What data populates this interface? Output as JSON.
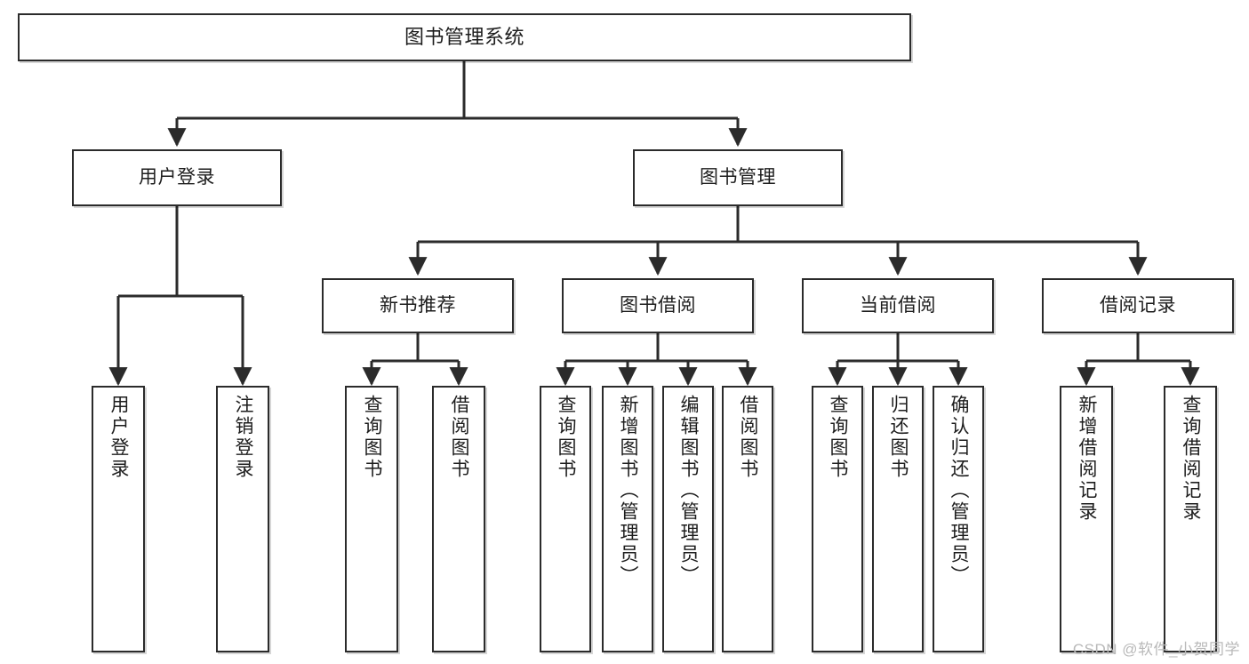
{
  "diagram": {
    "title": "图书管理系统",
    "type": "hierarchy-tree",
    "watermark": "CSDN @软件_小贺同学",
    "colors": {
      "box_border": "#2b2b2b",
      "box_fill": "#ffffff",
      "connector": "#2b2b2b",
      "text": "#1d1d1d",
      "watermark": "#b9b9b9"
    },
    "root": {
      "label": "图书管理系统"
    },
    "level2": [
      {
        "label": "用户登录"
      },
      {
        "label": "图书管理"
      }
    ],
    "level3": [
      {
        "label": "新书推荐"
      },
      {
        "label": "图书借阅"
      },
      {
        "label": "当前借阅"
      },
      {
        "label": "借阅记录"
      }
    ],
    "leaves": {
      "user_login": [
        {
          "label": "用户登录"
        },
        {
          "label": "注销登录"
        }
      ],
      "new_book_recommend": [
        {
          "label": "查询图书"
        },
        {
          "label": "借阅图书"
        }
      ],
      "book_borrow": [
        {
          "label": "查询图书"
        },
        {
          "label": "新增图书（管理员）"
        },
        {
          "label": "编辑图书（管理员）"
        },
        {
          "label": "借阅图书"
        }
      ],
      "current_borrow": [
        {
          "label": "查询图书"
        },
        {
          "label": "归还图书"
        },
        {
          "label": "确认归还（管理员）"
        }
      ],
      "borrow_record": [
        {
          "label": "新增借阅记录"
        },
        {
          "label": "查询借阅记录"
        }
      ]
    }
  }
}
